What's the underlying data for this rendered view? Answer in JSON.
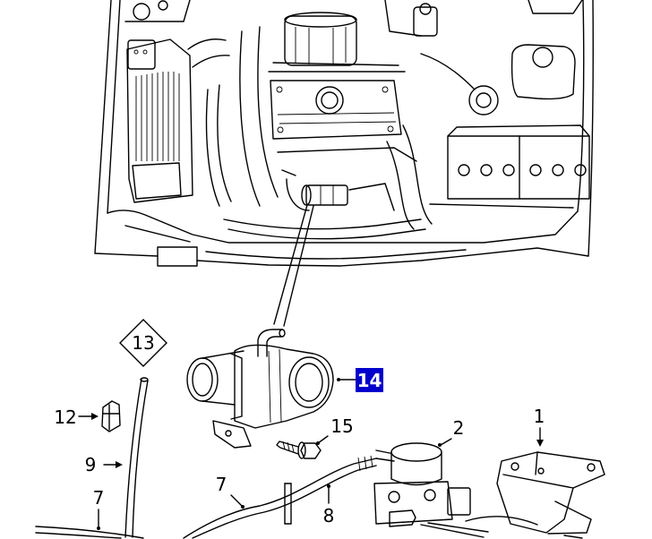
{
  "callouts": {
    "c13": "13",
    "c14": "14",
    "c15": "15",
    "c12": "12",
    "c2": "2",
    "c1": "1",
    "c9": "9",
    "c7a": "7",
    "c7b": "7",
    "c8": "8"
  },
  "colors": {
    "line": "#000000",
    "highlight": "#0000cc",
    "highlight_text": "#ffffff",
    "background": "#ffffff"
  }
}
